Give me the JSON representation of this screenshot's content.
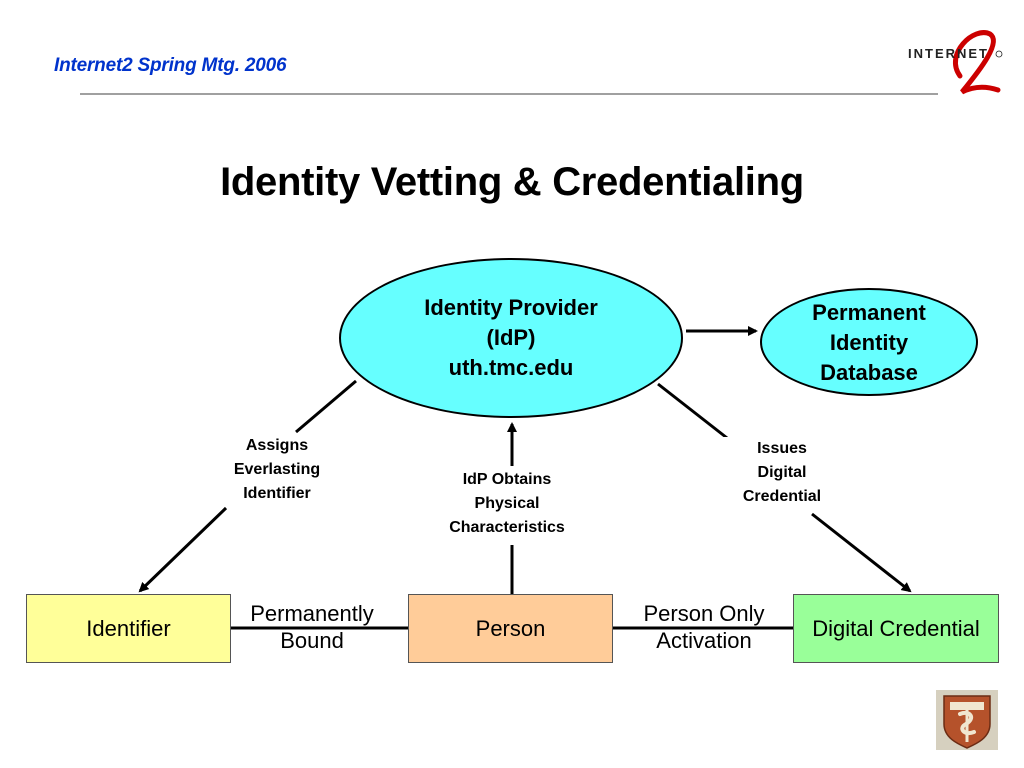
{
  "header": {
    "meeting_title": "Internet2 Spring Mtg. 2006",
    "logo_text": "INTERNET",
    "logo_numeral": "2"
  },
  "slide": {
    "title": "Identity Vetting & Credentialing"
  },
  "diagram": {
    "identity_provider": {
      "line1": "Identity Provider",
      "line2": "(IdP)",
      "line3": "uth.tmc.edu"
    },
    "permanent_db": {
      "line1": "Permanent",
      "line2": "Identity",
      "line3": "Database"
    },
    "identifier_box": "Identifier",
    "person_box": "Person",
    "credential_box": "Digital Credential",
    "edge_assigns": {
      "line1": "Assigns",
      "line2": "Everlasting",
      "line3": "Identifier"
    },
    "edge_obtains": {
      "line1": "IdP Obtains",
      "line2": "Physical",
      "line3": "Characteristics"
    },
    "edge_issues": {
      "line1": "Issues",
      "line2": "Digital",
      "line3": "Credential"
    },
    "edge_bound": {
      "line1": "Permanently",
      "line2": "Bound"
    },
    "edge_activation": {
      "line1": "Person Only",
      "line2": "Activation"
    }
  },
  "colors": {
    "header_title": "#0033cc",
    "ellipse_fill": "#66ffff",
    "identifier_fill": "#ffff99",
    "person_fill": "#ffcc99",
    "credential_fill": "#99ff99"
  },
  "icons": {
    "top_right_logo": "internet2-logo",
    "bottom_right_logo": "university-seal-icon"
  }
}
